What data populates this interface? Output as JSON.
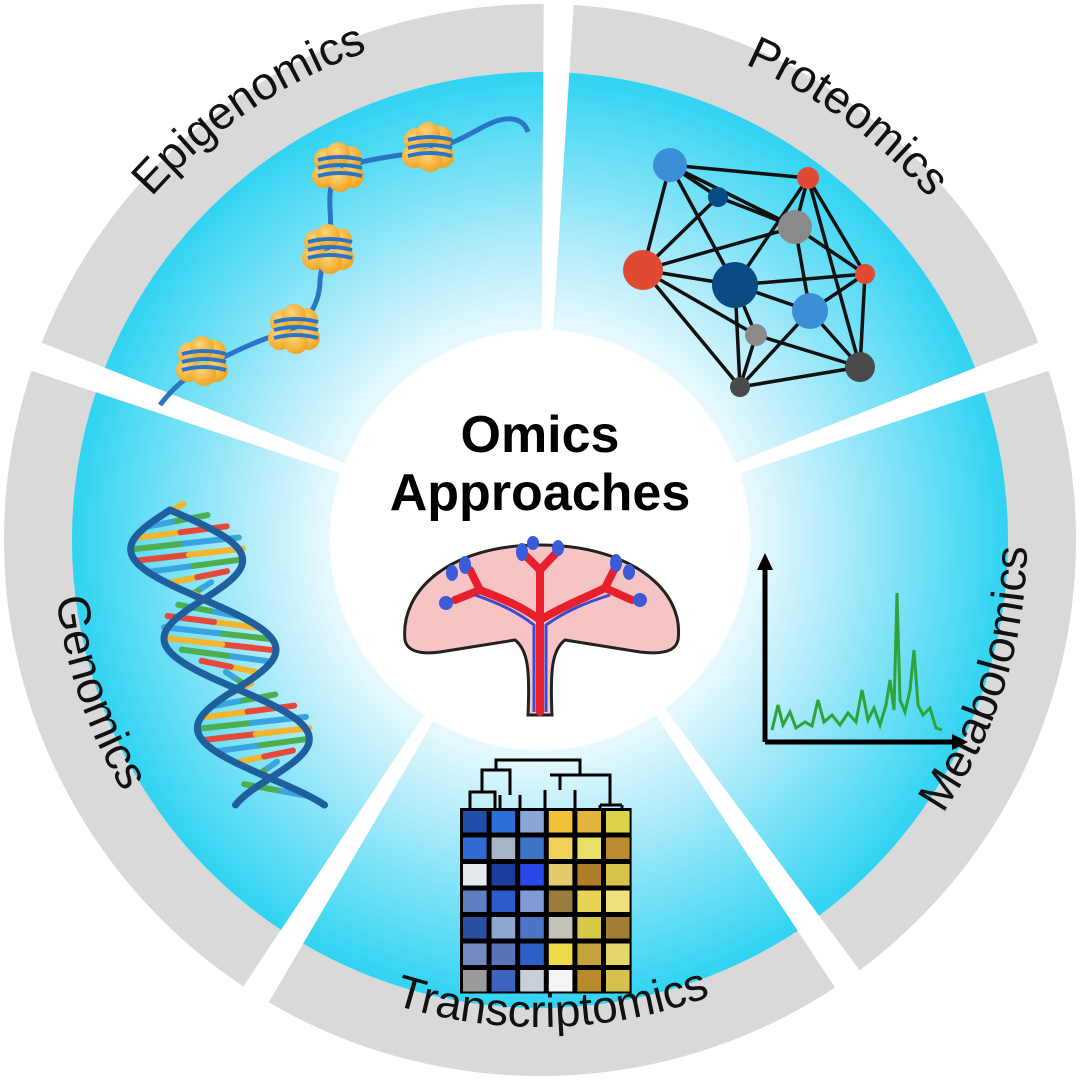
{
  "title": {
    "line1": "Omics",
    "line2": "Approaches"
  },
  "segments": [
    {
      "label": "Proteomics",
      "icon": "network-icon"
    },
    {
      "label": "Metabolomics",
      "icon": "spectrum-chart-icon"
    },
    {
      "label": "Transcriptomics",
      "icon": "heatmap-icon"
    },
    {
      "label": "Genomics",
      "icon": "dna-helix-icon"
    },
    {
      "label": "Epigenomics",
      "icon": "nucleosome-icon"
    }
  ],
  "center_icon": "lung-airway-icon",
  "colors": {
    "ring": "#d9d9d9",
    "sector_inner": "#ffffff",
    "sector_outer": "#2fd6f3",
    "center": "#ffffff"
  }
}
